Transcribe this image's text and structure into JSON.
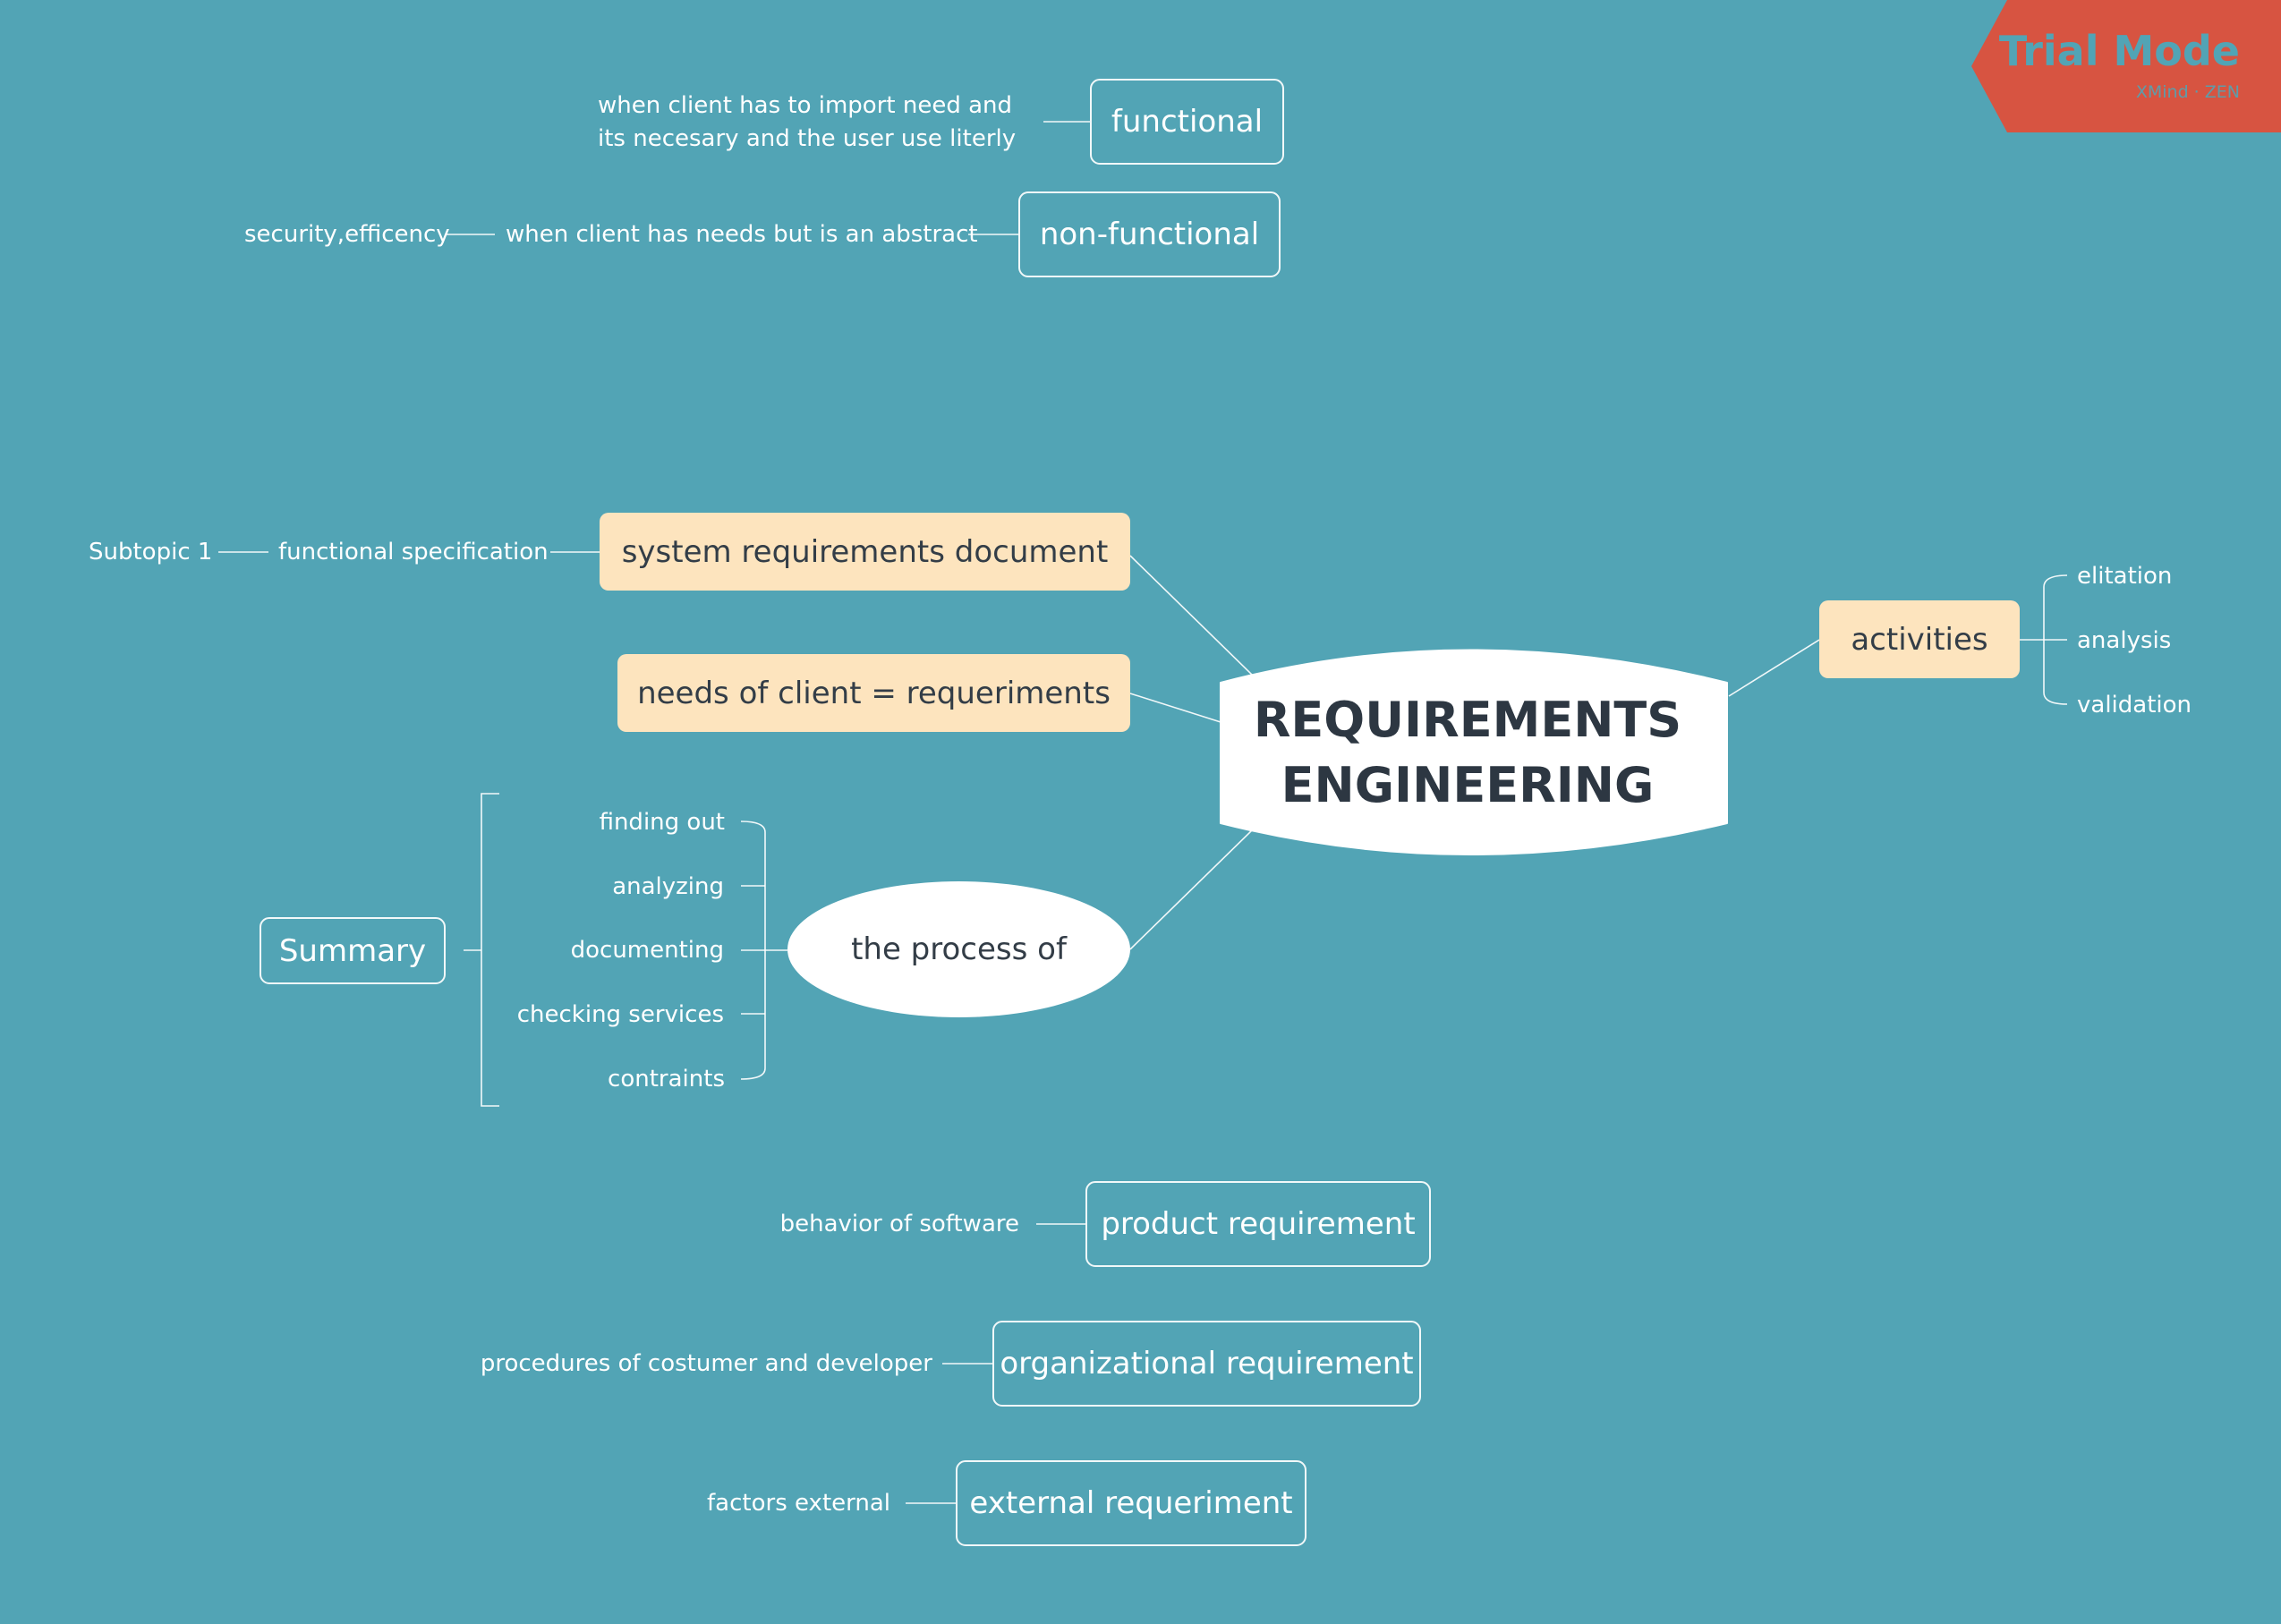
{
  "colors": {
    "background": "#52a4b5",
    "highlight_fill": "#fde4be",
    "node_fill": "#ffffff",
    "dark_text": "#333d47",
    "trial_badge": "#d75441"
  },
  "central_topic": {
    "line1": "REQUIREMENTS",
    "line2": "ENGINEERING"
  },
  "topics": {
    "functional": {
      "label": "functional",
      "detail": "when client has to import need and its necesary and the user use literly"
    },
    "non_functional": {
      "label": "non-functional",
      "detail": "when client has needs but is an abstract",
      "example": "security,efficency"
    },
    "system_requirements_document": {
      "label": "system requirements document",
      "child": "functional specification",
      "grandchild": "Subtopic 1"
    },
    "needs_of_client": {
      "label": "needs of client = requeriments"
    },
    "process": {
      "label": "the process of",
      "items": [
        "finding out",
        "analyzing",
        "documenting",
        "checking services",
        "contraints"
      ],
      "summary": "Summary"
    },
    "activities": {
      "label": "activities",
      "items": [
        "elitation",
        "analysis",
        "validation"
      ]
    },
    "product_requirement": {
      "label": "product requirement",
      "detail": "behavior of software"
    },
    "organizational_requirement": {
      "label": "organizational requirement",
      "detail": "procedures  of costumer and developer"
    },
    "external_requirement": {
      "label": "external requeriment",
      "detail": "factors external"
    }
  },
  "watermark": {
    "title": "Trial Mode",
    "subtitle": "XMind · ZEN"
  }
}
